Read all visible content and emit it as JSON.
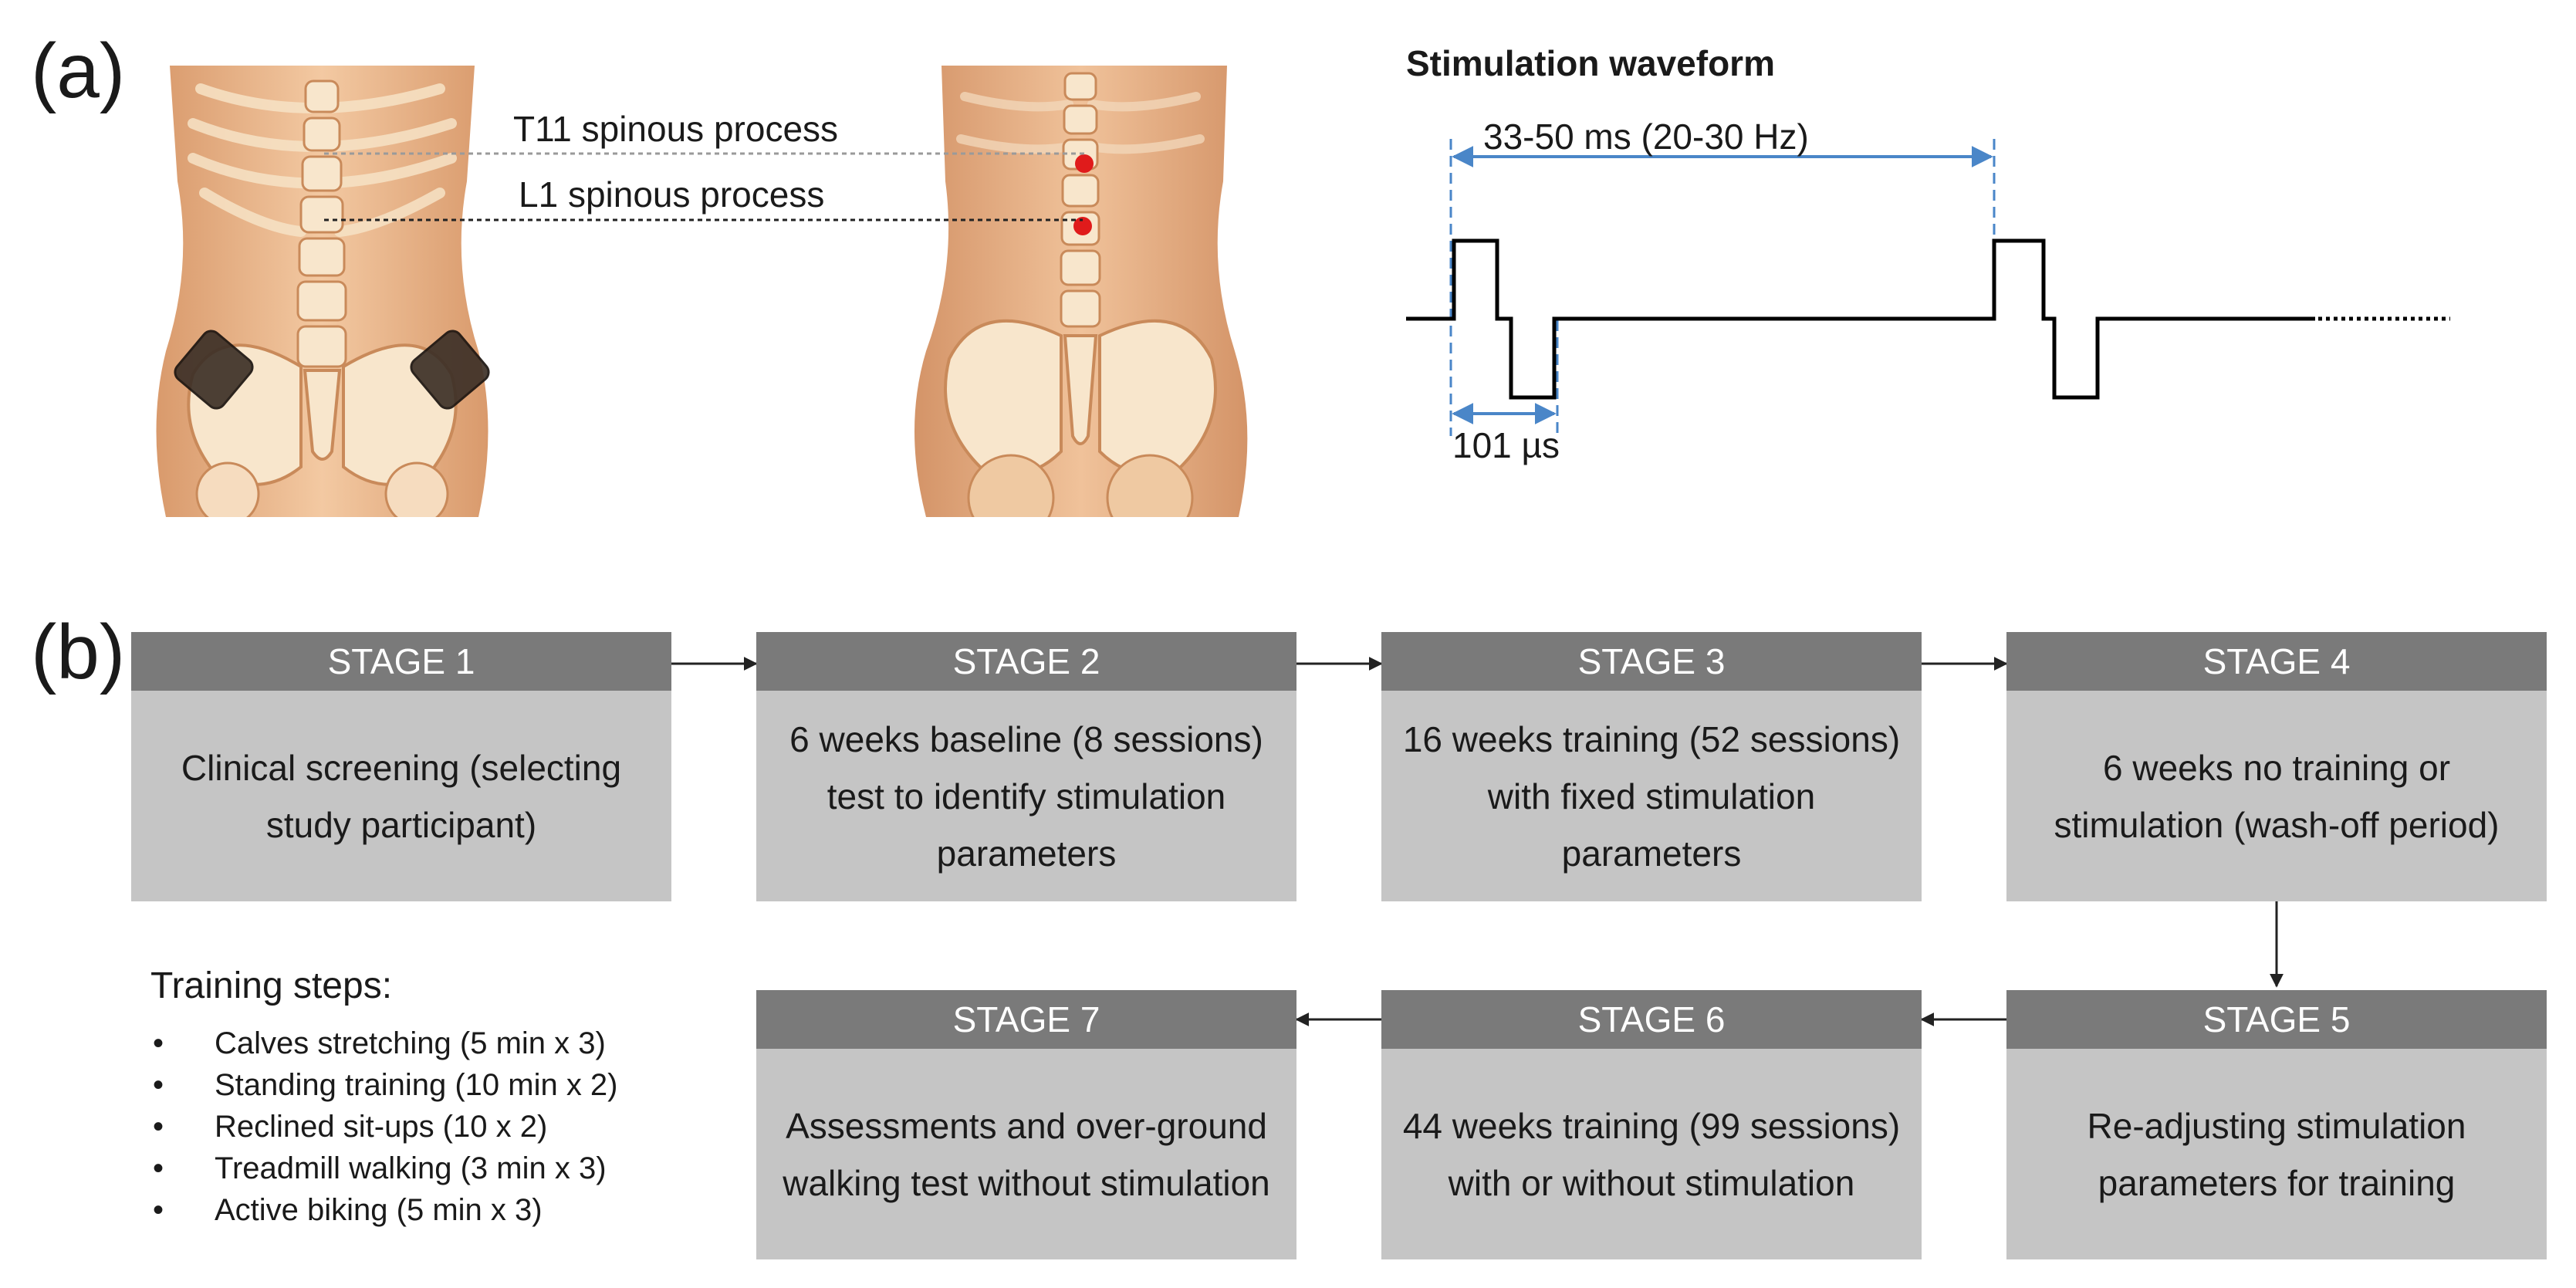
{
  "panel_a": {
    "letter": "(a)",
    "labels": {
      "t11": "T11 spinous process",
      "l1": "L1 spinous process"
    },
    "waveform": {
      "title": "Stimulation waveform",
      "period_label": "33-50 ms (20-30 Hz)",
      "pulse_label": "101 µs"
    },
    "colors": {
      "electrode_dot": "#e01b1b",
      "pad": "#3e3128",
      "dimension_arrow": "#4a86c8"
    }
  },
  "panel_b": {
    "letter": "(b)",
    "stages": [
      {
        "header": "STAGE 1",
        "body": "Clinical screening (selecting study participant)"
      },
      {
        "header": "STAGE 2",
        "body": "6 weeks baseline (8 sessions) test to identify stimulation parameters"
      },
      {
        "header": "STAGE 3",
        "body": "16 weeks training (52 sessions) with fixed stimulation parameters"
      },
      {
        "header": "STAGE 4",
        "body": "6 weeks no training or stimulation (wash-off period)"
      },
      {
        "header": "STAGE 5",
        "body": "Re-adjusting stimulation parameters for training"
      },
      {
        "header": "STAGE 6",
        "body": "44 weeks training (99 sessions) with or without stimulation"
      },
      {
        "header": "STAGE 7",
        "body": "Assessments and over-ground walking test without stimulation"
      }
    ],
    "training_steps": {
      "title": "Training steps:",
      "items": [
        "Calves stretching (5 min x 3)",
        "Standing training (10 min x 2)",
        "Reclined sit-ups (10 x 2)",
        "Treadmill walking (3 min x 3)",
        "Active biking (5 min x 3)"
      ]
    },
    "colors": {
      "stage_header": "#7a7a7a",
      "stage_body": "#c5c5c5"
    }
  }
}
